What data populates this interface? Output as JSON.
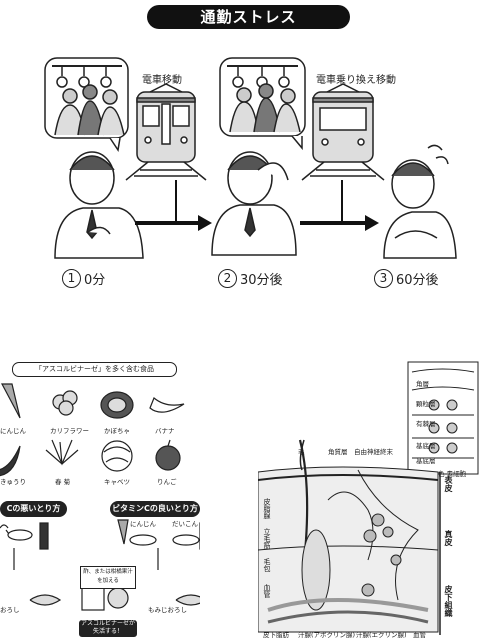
{
  "title": "通勤ストレス",
  "commute": {
    "train_label_1": "電車移動",
    "train_label_2": "電車乗り換え移動",
    "steps": [
      {
        "num": "1",
        "label": "0分"
      },
      {
        "num": "2",
        "label": "30分後"
      },
      {
        "num": "3",
        "label": "60分後"
      }
    ]
  },
  "foods": {
    "title": "「アスコルビナーゼ」を多く含む食品",
    "items": [
      "にんじん",
      "カリフラワー",
      "かぼちゃ",
      "バナナ",
      "きゅうり",
      "春 菊",
      "キャベツ",
      "りんご"
    ]
  },
  "vitc": {
    "bad_title": "Cの悪いとり方",
    "good_title": "ビタミンCの良いとり方",
    "ninjin": "にんじん",
    "daikon": "だいこん",
    "bad_result": "おろし",
    "good_result": "もみじおろし",
    "note": "酢、または柑橘果汁を加える",
    "badge": "アスコルビナーゼが失活する！"
  },
  "skin": {
    "hair": "毛",
    "kakushitsu": "角質層",
    "jiyu": "自由神経終末",
    "shihi": "皮脂腺",
    "ritsumo": "立毛筋",
    "moho": "毛包",
    "kekkan": "血管",
    "hika": "皮下脂肪",
    "apokurin": "汗腺(アポクリン腺)",
    "ekurin": "汗腺(エクリン腺)",
    "gyokan": "血管",
    "hyohi": "表皮",
    "shinpi": "真皮",
    "hika_soshiki": "皮下組織"
  },
  "layers": {
    "items": [
      "角層",
      "顆粒層",
      "有棘層",
      "基底層",
      "基底層"
    ],
    "bottom": "色 素細胞"
  }
}
